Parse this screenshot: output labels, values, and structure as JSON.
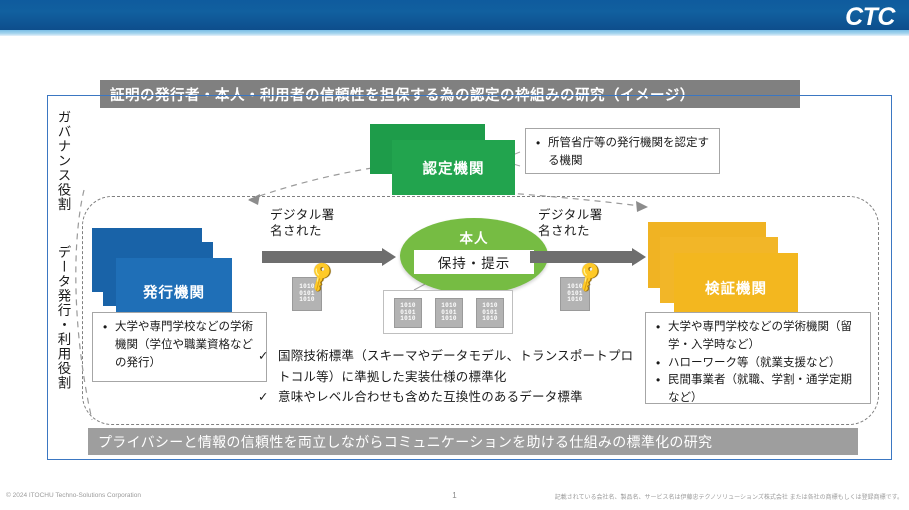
{
  "header": {
    "logo": "CTC"
  },
  "title_bar": {
    "text": "証明の発行者・本人・利用者の信頼性を担保する為の認定の枠組みの研究（イメージ）"
  },
  "vertical_labels": {
    "governance": "ガバナンス役割",
    "data_role": "データ発行・利用役割"
  },
  "nodes": {
    "accreditation": {
      "label": "認定機関",
      "color": "#22a44e"
    },
    "issuer": {
      "label": "発行機関",
      "color": "#1f6fb7"
    },
    "verifier": {
      "label": "検証機関",
      "color": "#f0b323"
    },
    "person": {
      "label": "本人",
      "sub_label": "保持・提示",
      "color": "#76bc43"
    }
  },
  "arrows": {
    "left_label_line1": "デジタル署",
    "left_label_line2": "名された",
    "right_label_line1": "デジタル署",
    "right_label_line2": "名された"
  },
  "certificate_icon": {
    "bits_line1": "1010",
    "bits_line2": "0101",
    "bits_line3": "1010"
  },
  "callouts": {
    "accreditation": [
      "所管省庁等の発行機関を認定する機関"
    ],
    "issuer": [
      "大学や専門学校などの学術機関（学位や職業資格などの発行）"
    ],
    "verifier": [
      "大学や専門学校などの学術機関（留学・入学時など）",
      "ハローワーク等（就業支援など）",
      "民間事業者（就職、学割・通学定期など）"
    ]
  },
  "check_list": [
    "国際技術標準（スキーマやデータモデル、トランスポートプロトコル等）に準拠した実装仕様の標準化",
    "意味やレベル合わせも含めた互換性のあるデータ標準"
  ],
  "bottom_banner": {
    "text": "プライバシーと情報の信頼性を両立しながらコミュニケーションを助ける仕組みの標準化の研究"
  },
  "footer": {
    "copyright": "© 2024 ITOCHU Techno-Solutions Corporation",
    "page_number": "1",
    "trademark": "記載されている会社名、製品名、サービス名は伊藤忠テクノソリューションズ株式会社 または各社の商標もしくは登録商標です。"
  }
}
